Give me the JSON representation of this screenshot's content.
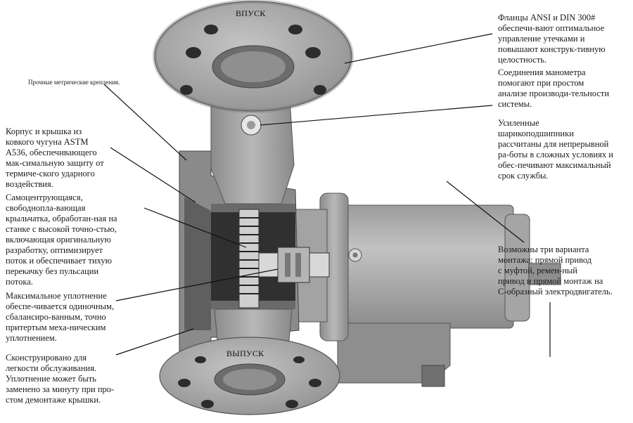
{
  "ports": {
    "inlet": "ВПУСК",
    "outlet": "ВЫПУСК"
  },
  "callouts": {
    "flanges": "Фланцы ANSI и DIN 300#\nобеспечи-вают оптимальное\nуправление утечками и\nповышают конструк-тивную\nцелостность.",
    "gauge": "Соединения манометра\nпомогают при простом\nанализе производи-тельности\nсистемы.",
    "bearings": "Усиленные\nшарикоподшипники\nрассчитаны для непрерывной\nра-боты в сложных условиях и\nобес-печивают максимальный\nсрок службы.",
    "mounting": "Возможны три варианта\nмонтажа: прямой привод\nс муфтой, ремен-ный\nпривод и прямой монтаж на\nС-образный электродвигатель.",
    "fasteners": "Прочные метрические крепления.",
    "casing": "Корпус и крышка из\nковкого чугуна ASTM\nA536, обеспечивающего\nмак-симальную защиту от\nтермиче-ского ударного\nвоздействия.",
    "impeller": "Самоцентрующаяся,\nсвободнопла-вающая\nкрыльчатка, обработан-ная на\nстанке с высокой точно-стью,\nвключающая оригинальную\nразработку, оптимизирует\nпоток и обеспечивает тихую\nперекачку без пульсации\nпотока.",
    "seal": "Максимальное уплотнение\nобеспе-чивается одиночным,\nсбалансиро-ванным, точно\nпритертым меха-ническим\nуплотнением.",
    "service": "Сконструировано для\nлегкости обслуживания.\nУплотнение может быть\nзаменено за минуту при про-\nстом демонтаже крышки."
  }
}
